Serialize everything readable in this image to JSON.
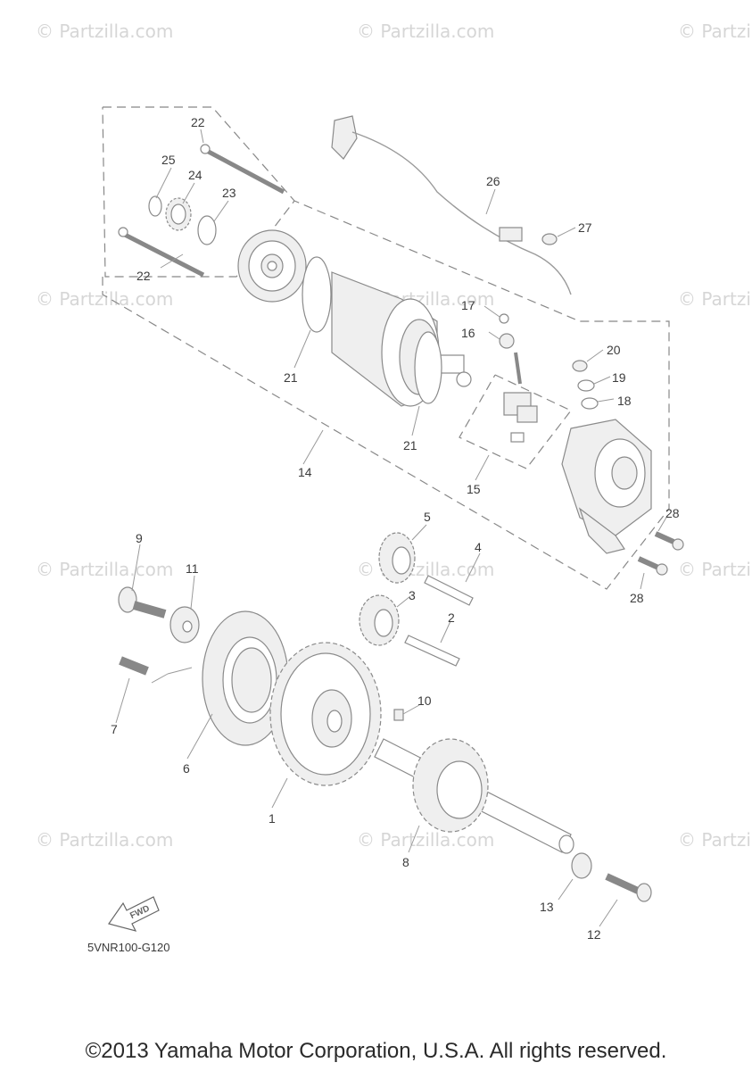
{
  "watermark": "© Partzilla.com",
  "callouts": [
    "1",
    "2",
    "3",
    "4",
    "5",
    "6",
    "7",
    "8",
    "9",
    "10",
    "11",
    "12",
    "13",
    "14",
    "15",
    "16",
    "17",
    "18",
    "19",
    "20",
    "21",
    "21",
    "22",
    "22",
    "23",
    "24",
    "25",
    "26",
    "27",
    "28",
    "28"
  ],
  "fwd_label": "FWD",
  "diagram_code": "5VNR100-G120",
  "copyright": "©2013 Yamaha Motor Corporation, U.S.A. All rights reserved."
}
